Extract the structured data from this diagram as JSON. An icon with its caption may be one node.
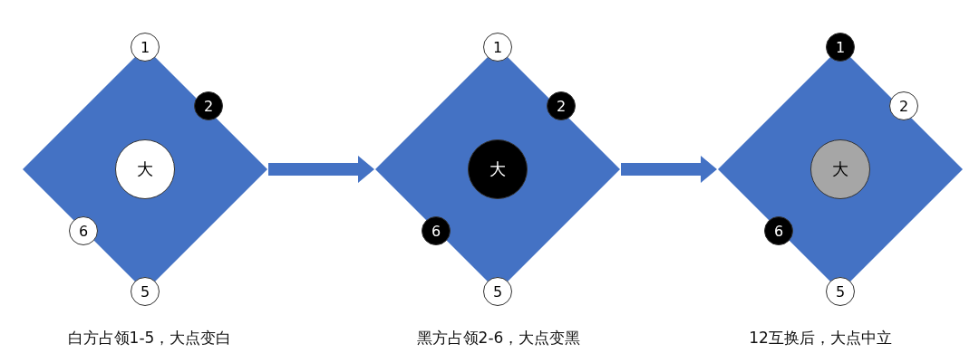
{
  "diagram": {
    "nodes": [
      {
        "text": [],
        "shape": "diamond"
      },
      {
        "text": [
          "1"
        ]
      },
      {
        "text": [
          "2"
        ]
      },
      {
        "text": [
          "大"
        ],
        "in": 0
      },
      {
        "text": [
          "6"
        ]
      },
      {
        "text": [
          "5"
        ]
      },
      {
        "text": [],
        "shape": "diamond"
      },
      {
        "text": [
          "1"
        ]
      },
      {
        "text": [
          "2"
        ]
      },
      {
        "text": [
          "大"
        ],
        "in": 6
      },
      {
        "text": [
          "6"
        ]
      },
      {
        "text": [
          "5"
        ]
      },
      {
        "text": [],
        "shape": "diamond"
      },
      {
        "text": [
          "1"
        ]
      },
      {
        "text": [
          "2"
        ]
      },
      {
        "text": [
          "大"
        ],
        "in": 12
      },
      {
        "text": [
          "6"
        ]
      },
      {
        "text": [
          "5"
        ]
      }
    ],
    "edges": [
      {
        "from": 0,
        "to": 6,
        "arrow": "to"
      },
      {
        "from": 6,
        "to": 12,
        "arrow": "to"
      }
    ],
    "labels": [
      "白方占领1-5，大点变白",
      "黑方占领2-6，大点变黑",
      "12互换后，大点中立"
    ]
  }
}
